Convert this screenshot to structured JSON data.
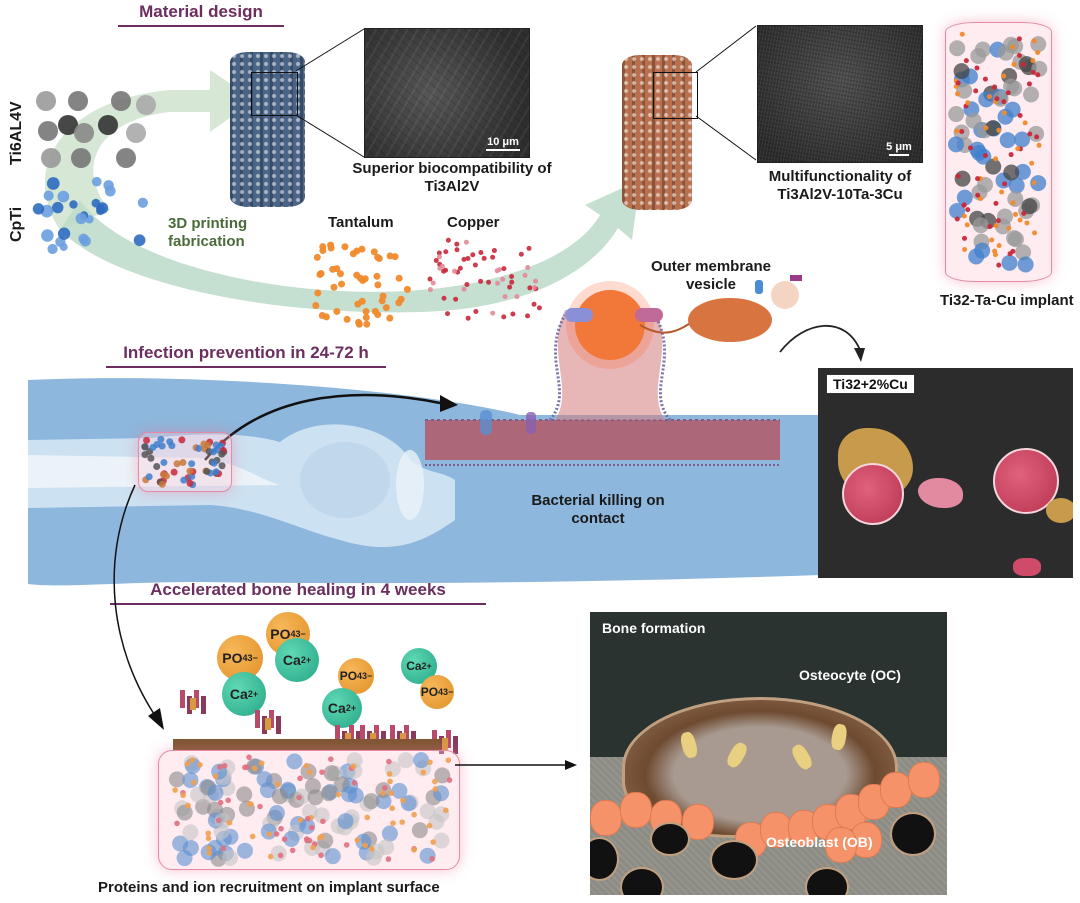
{
  "sections": {
    "material_design": "Material design",
    "infection_prevention": "Infection prevention in 24-72 h",
    "bone_healing": "Accelerated bone healing in 4 weeks"
  },
  "materials": {
    "ti6al4v": "Ti6AL4V",
    "cpti": "CpTi",
    "printing": [
      "3D printing",
      "fabrication"
    ],
    "tantalum": "Tantalum",
    "copper": "Copper"
  },
  "sem_images": [
    {
      "scale_bar": "10 μm",
      "caption": [
        "Superior biocompatibility of",
        "Ti3Al2V"
      ]
    },
    {
      "scale_bar": "5 μm",
      "caption": [
        "Multifunctionality of",
        "Ti3Al2V-10Ta-3Cu"
      ]
    }
  ],
  "implant": {
    "caption": "Ti32-Ta-Cu implant"
  },
  "infection": {
    "vesicle_label": [
      "Outer membrane",
      "vesicle"
    ],
    "killing_label": [
      "Bacterial killing on",
      "contact"
    ],
    "sem_photo_label": "Ti32+2%Cu"
  },
  "bone": {
    "ions": [
      {
        "type": "po",
        "formula": "PO",
        "sub": "4",
        "sup": "3−"
      },
      {
        "type": "ca",
        "formula": "Ca",
        "sup": "2+"
      },
      {
        "type": "po",
        "formula": "PO",
        "sub": "4",
        "sup": "3−"
      },
      {
        "type": "ca",
        "formula": "Ca",
        "sup": "2+"
      },
      {
        "type": "po",
        "formula": "PO",
        "sub": "4",
        "sup": "3−"
      },
      {
        "type": "ca",
        "formula": "Ca",
        "sup": "2+"
      },
      {
        "type": "ca",
        "formula": "Ca",
        "sup": "2+"
      },
      {
        "type": "po",
        "formula": "PO",
        "sub": "4",
        "sup": "3−"
      }
    ],
    "recruitment_caption": "Proteins and ion recruitment on implant surface",
    "formation_title": "Bone formation",
    "osteocyte": "Osteocyte (OC)",
    "osteoblast": "Osteoblast (OB)"
  },
  "colors": {
    "heading": "#6b2e5f",
    "green_label": "#4a6b3a",
    "ti_scaffold": "#4a6488",
    "cu_scaffold": "#b8704e",
    "tantalum": "#f08a2c",
    "copper": "#c8283a",
    "cpti_blue": "#3f7fcc",
    "ti6al4v_gray": "#6a6a6a"
  }
}
